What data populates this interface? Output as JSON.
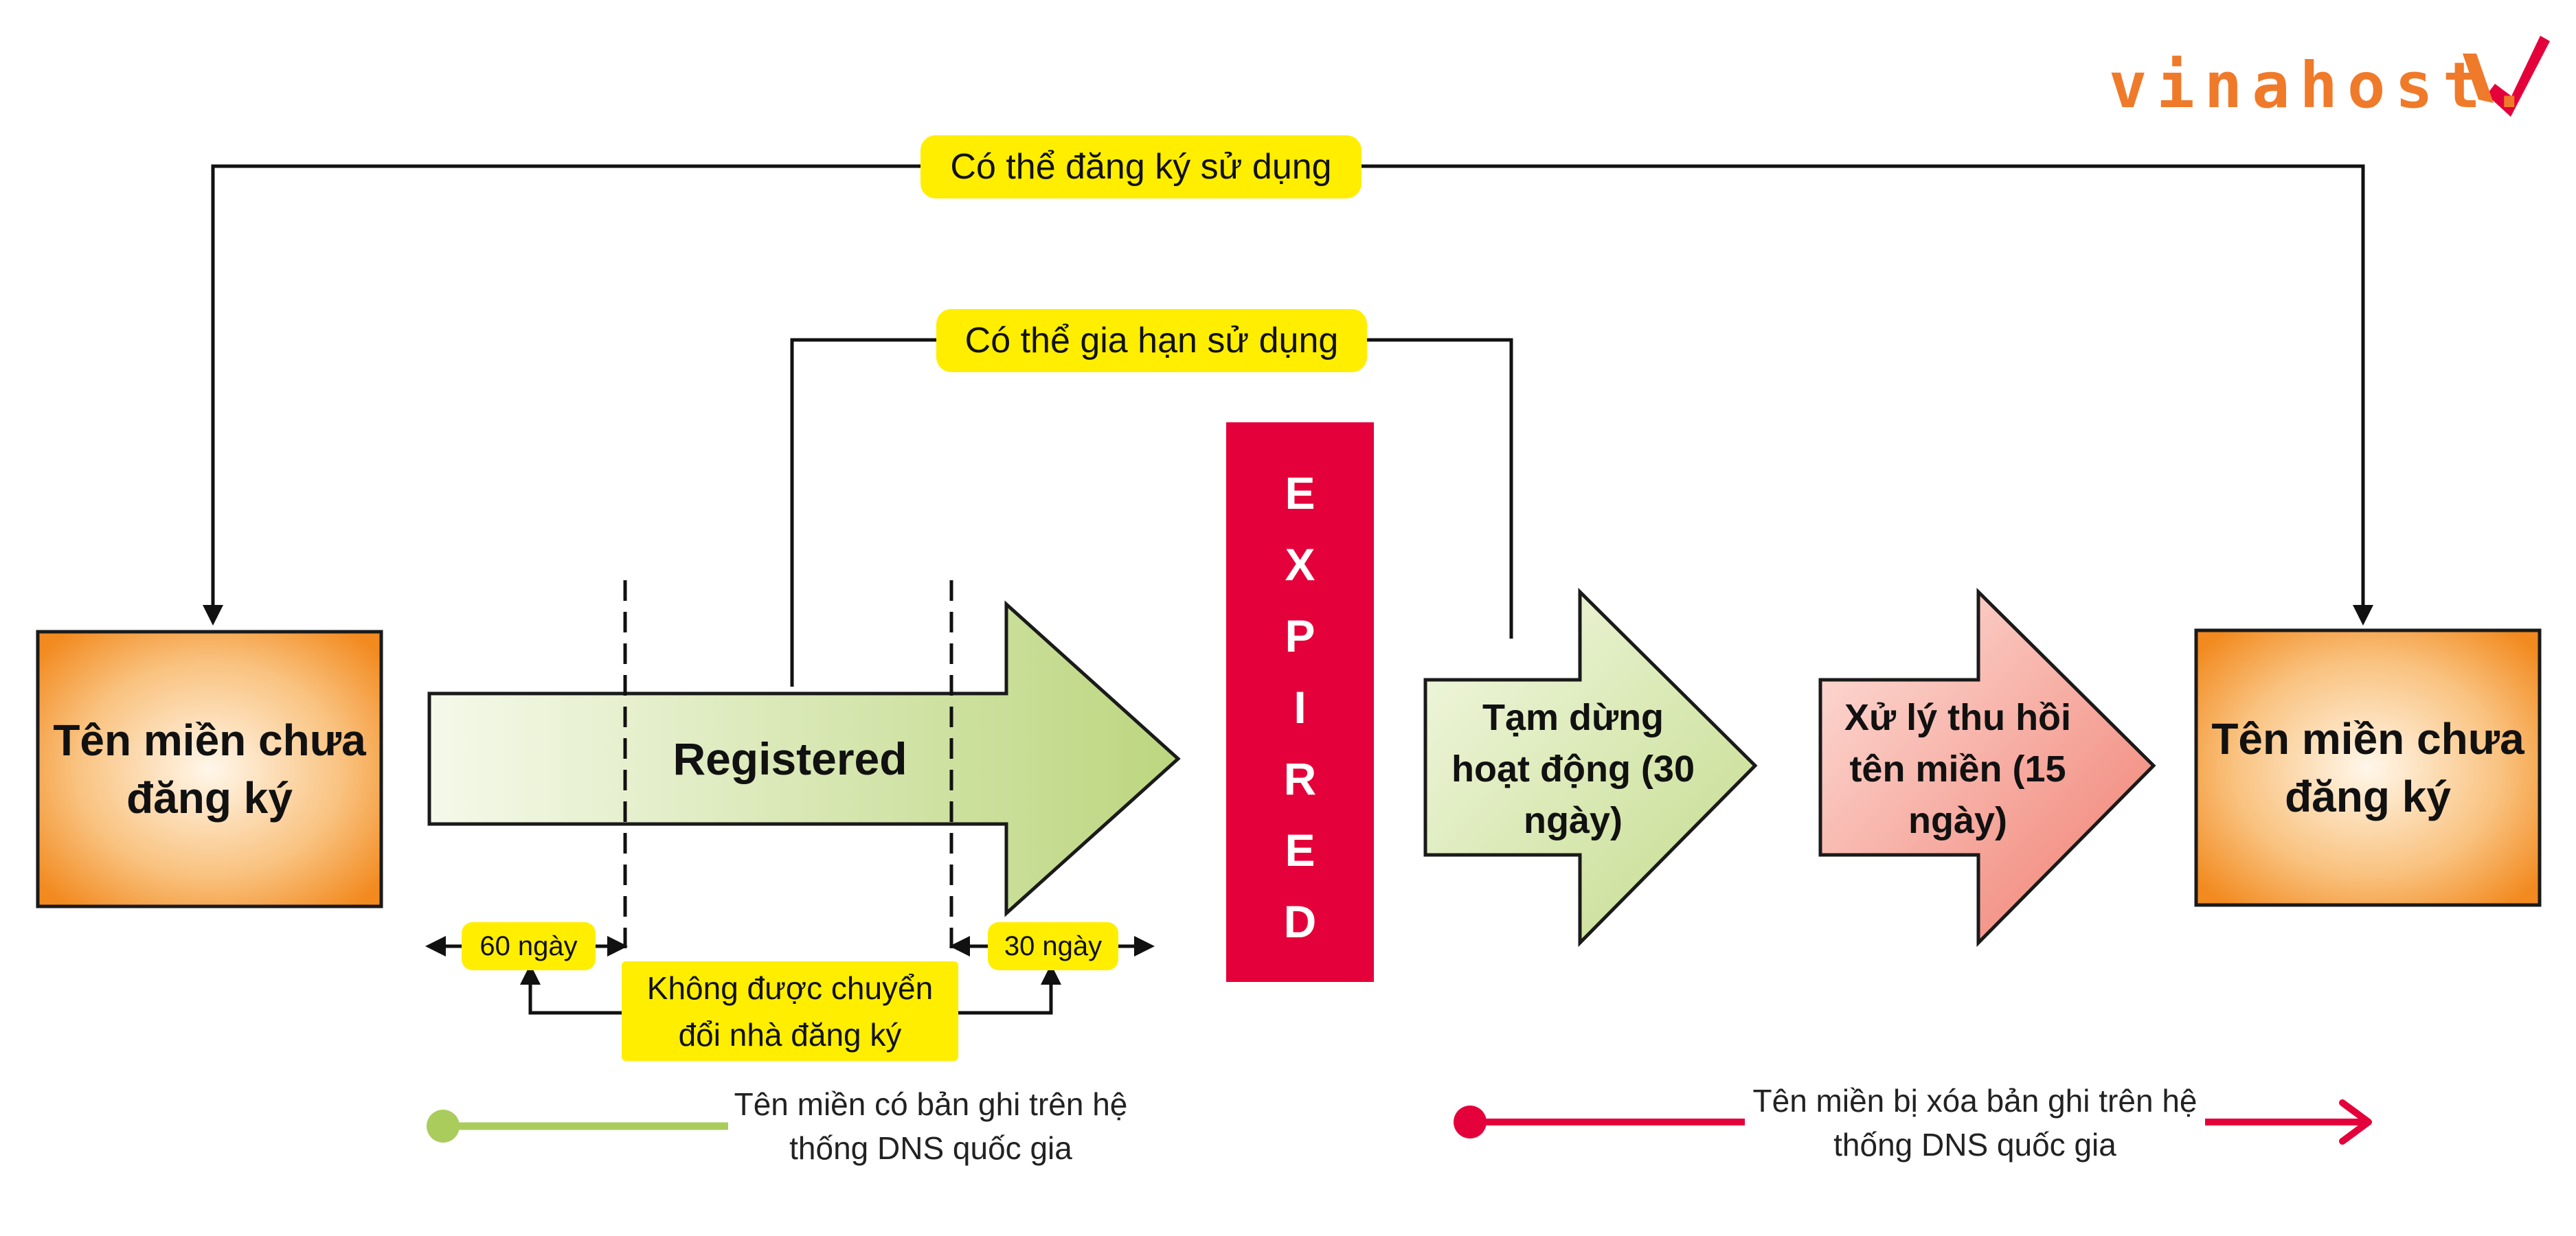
{
  "brand": {
    "logo_text": "vinahost."
  },
  "labels": {
    "register_use": "Có thể đăng ký sử dụng",
    "renew_use": "Có thể gia hạn sử dụng",
    "no_transfer": "Không được chuyển đổi nhà đăng ký",
    "days_60": "60 ngày",
    "days_30": "30 ngày",
    "unregistered_left": "Tên miền chưa đăng ký",
    "unregistered_right": "Tên miền chưa đăng ký",
    "registered": "Registered",
    "expired": [
      "E",
      "X",
      "P",
      "I",
      "R",
      "E",
      "D"
    ],
    "suspended": "Tạm dừng hoạt động (30 ngày)",
    "reclaim": "Xử lý thu hồi tên miền (15 ngày)",
    "legend_dns_on": "Tên miền có bản ghi trên hệ thống DNS quốc gia",
    "legend_dns_off": "Tên miền bị xóa bản ghi trên hệ thống DNS quốc gia"
  },
  "colors": {
    "highlight": "#ffee00",
    "expired_red": "#e4003a",
    "legend_green": "#a9cc5c",
    "legend_red": "#e4003a",
    "orange_box": "#f39c3d",
    "logo_orange": "#ef7a2a"
  }
}
